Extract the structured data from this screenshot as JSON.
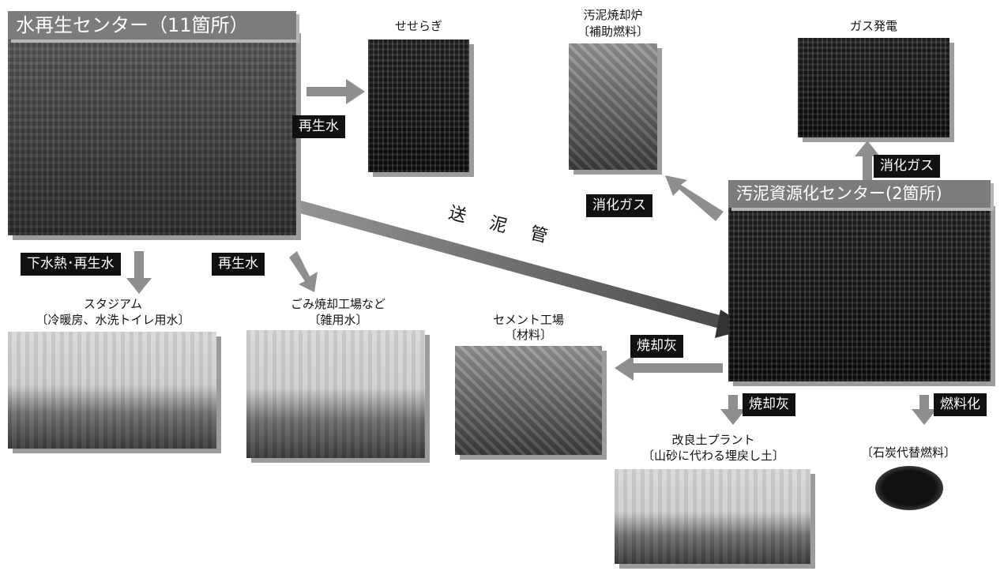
{
  "centers": {
    "water_reclamation": "水再生センター（11箇所）",
    "sludge_resource": "汚泥資源化センター(2箇所)"
  },
  "destinations": {
    "seseragi": "せせらぎ",
    "incinerator_title": "汚泥焼却炉",
    "incinerator_sub": "〔補助燃料〕",
    "gas_power": "ガス発電",
    "stadium_title": "スタジアム",
    "stadium_sub": "〔冷暖房、水洗トイレ用水〕",
    "garbage_title": "ごみ焼却工場など",
    "garbage_sub": "〔雑用水〕",
    "cement_title": "セメント工場",
    "cement_sub": "〔材料〕",
    "soil_title": "改良土プラント",
    "soil_sub": "〔山砂に代わる埋戻し土〕",
    "coal_sub": "〔石炭代替燃料〕"
  },
  "flows": {
    "recycled_water_1": "再生水",
    "sewage_heat": "下水熱･再生水",
    "recycled_water_2": "再生水",
    "digestion_gas_1": "消化ガス",
    "digestion_gas_2": "消化ガス",
    "ash_1": "焼却灰",
    "ash_2": "焼却灰",
    "fuel": "燃料化",
    "pipe": "送 泥 管"
  }
}
